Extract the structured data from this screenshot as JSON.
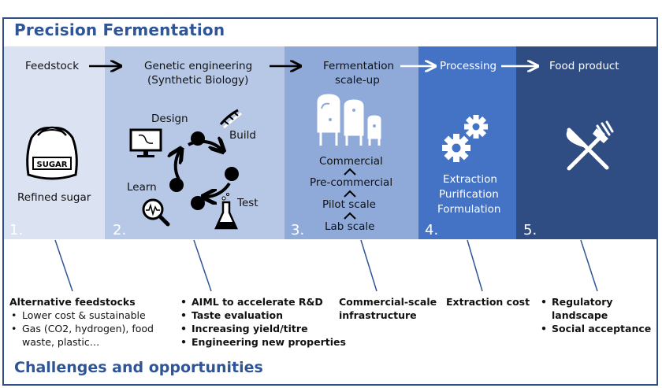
{
  "title": "Precision Fermentation",
  "stages": {
    "feedstock": {
      "label": "Feedstock",
      "item": "Refined sugar",
      "bag_label": "SUGAR",
      "number": "1."
    },
    "genetic": {
      "label1": "Genetic engineering",
      "label2": "(Synthetic Biology)",
      "number": "2.",
      "cycle": {
        "design": "Design",
        "build": "Build",
        "test": "Test",
        "learn": "Learn"
      }
    },
    "fermentation": {
      "label1": "Fermentation",
      "label2": "scale-up",
      "number": "3.",
      "scales": [
        "Commercial",
        "Pre-commercial",
        "Pilot scale",
        "Lab scale"
      ]
    },
    "processing": {
      "label": "Processing",
      "number": "4.",
      "items": [
        "Extraction",
        "Purification",
        "Formulation"
      ]
    },
    "food": {
      "label": "Food product",
      "number": "5."
    }
  },
  "challenges": {
    "title": "Challenges and opportunities",
    "col1": {
      "heading": "Alternative feedstocks",
      "items": [
        "Lower cost & sustainable",
        "Gas (CO2, hydrogen), food",
        "waste, plastic…"
      ]
    },
    "col2": {
      "items": [
        "AIML to accelerate R&D",
        "Taste evaluation",
        "Increasing yield/titre",
        "Engineering new properties"
      ]
    },
    "col3": {
      "line1": "Commercial-scale",
      "line2": "infrastructure"
    },
    "col4": {
      "heading": "Extraction cost"
    },
    "col5": {
      "items": [
        "Regulatory",
        "landscape",
        "Social acceptance"
      ]
    }
  },
  "icons": [
    "sugar-bag-icon",
    "monitor-icon",
    "dna-icon",
    "magnifier-icon",
    "flask-icon",
    "tanks-icon",
    "gears-icon",
    "fork-knife-icon"
  ],
  "colors": {
    "stage1": "#dbe3f3",
    "stage2": "#b7c7e6",
    "stage3": "#8fa9d9",
    "stage4": "#4472c4",
    "stage5": "#2f4d83",
    "title": "#2f5597"
  }
}
